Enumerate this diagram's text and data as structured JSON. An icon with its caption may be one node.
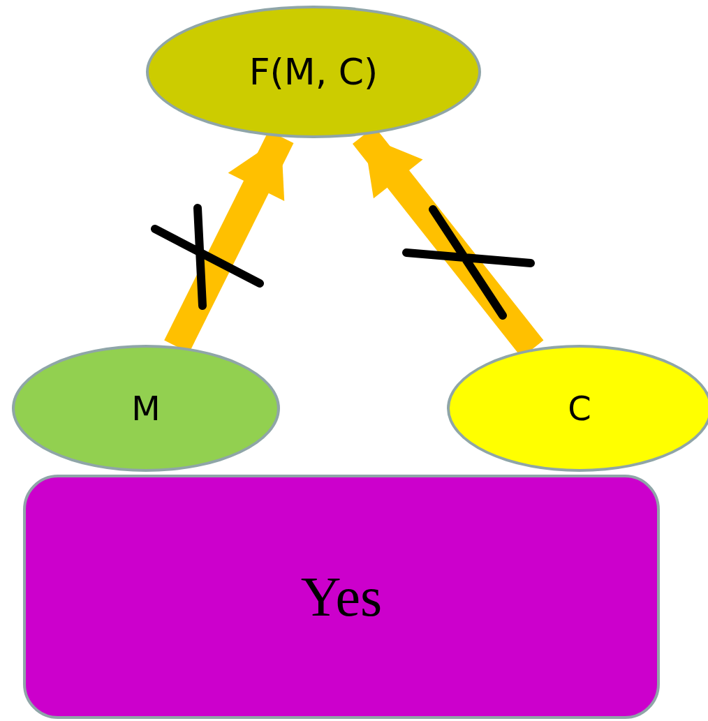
{
  "diagram": {
    "nodes": [
      {
        "text": [
          "F(M, C)"
        ]
      },
      {
        "text": [
          "M"
        ]
      },
      {
        "text": [
          "C"
        ]
      },
      {
        "text": [
          "Yes"
        ]
      }
    ],
    "edges": [
      {
        "from": 1,
        "to": 0,
        "arrow": "to"
      },
      {
        "from": 2,
        "to": 0,
        "arrow": "to"
      }
    ]
  }
}
